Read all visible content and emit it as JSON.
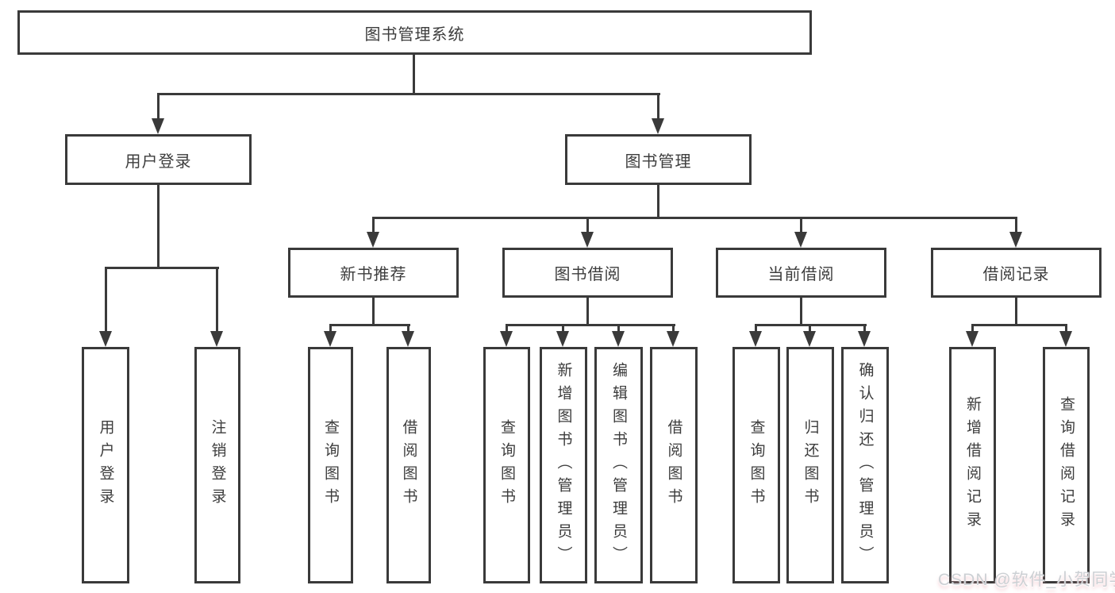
{
  "diagram": {
    "root": {
      "label": "图书管理系统"
    },
    "level2": [
      {
        "label": "用户登录"
      },
      {
        "label": "图书管理"
      }
    ],
    "level3": [
      {
        "label": "新书推荐"
      },
      {
        "label": "图书借阅"
      },
      {
        "label": "当前借阅"
      },
      {
        "label": "借阅记录"
      }
    ],
    "leaves": {
      "user": [
        {
          "label": "用户登录"
        },
        {
          "label": "注销登录"
        }
      ],
      "recommend": [
        {
          "label": "查询图书"
        },
        {
          "label": "借阅图书"
        }
      ],
      "borrow": [
        {
          "label": "查询图书"
        },
        {
          "label": "新增图书（管理员）"
        },
        {
          "label": "编辑图书（管理员）"
        },
        {
          "label": "借阅图书"
        }
      ],
      "current": [
        {
          "label": "查询图书"
        },
        {
          "label": "归还图书"
        },
        {
          "label": "确认归还（管理员）"
        }
      ],
      "record": [
        {
          "label": "新增借阅记录"
        },
        {
          "label": "查询借阅记录"
        }
      ]
    }
  },
  "watermark": {
    "text": "CSDN @软件_小贺同学"
  },
  "colors": {
    "line": "#3a3a3a",
    "text": "#3d3d3d",
    "background": "#ffffff",
    "watermark": "#ccd0d4"
  }
}
